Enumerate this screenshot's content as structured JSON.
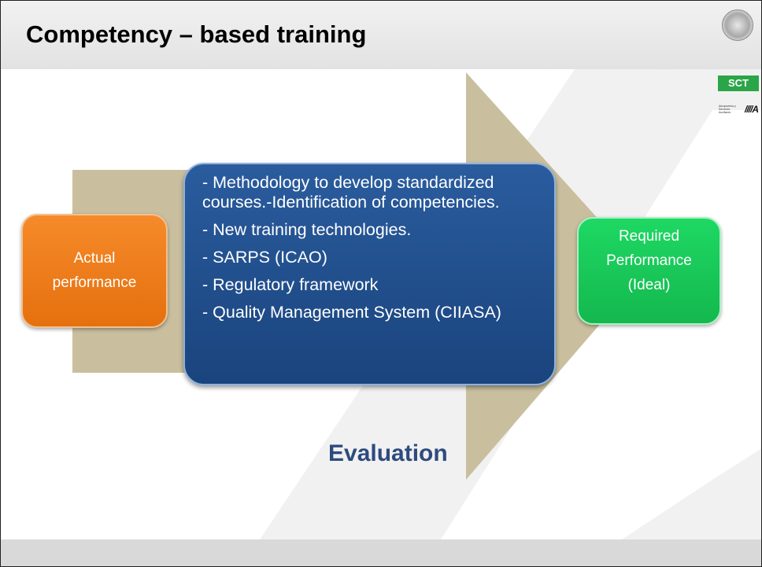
{
  "slide": {
    "title": "Competency – based training",
    "left_box": {
      "lines": [
        "Actual",
        "performance"
      ]
    },
    "right_box": {
      "lines": [
        "Required",
        "Performance",
        "(Ideal)"
      ]
    },
    "center_box": {
      "items": [
        "- Methodology to develop standardized courses.-Identification of competencies.",
        "- New training technologies.",
        "- SARPS (ICAO)",
        "- Regulatory framework",
        "- Quality Management System (CIIASA)"
      ]
    },
    "evaluation_label": "Evaluation"
  },
  "logos": {
    "sct_label": "SCT",
    "aux_text": [
      "Aeropuertos y",
      "Servicios",
      "Auxiliares"
    ],
    "aux_mark": "////A"
  },
  "colors": {
    "orange": "#e97a18",
    "green": "#19c757",
    "blue": "#1f4f8c",
    "arrow": "#c9bf9f",
    "evaluation_text": "#2e4b7e",
    "sct_green": "#2aa648"
  }
}
